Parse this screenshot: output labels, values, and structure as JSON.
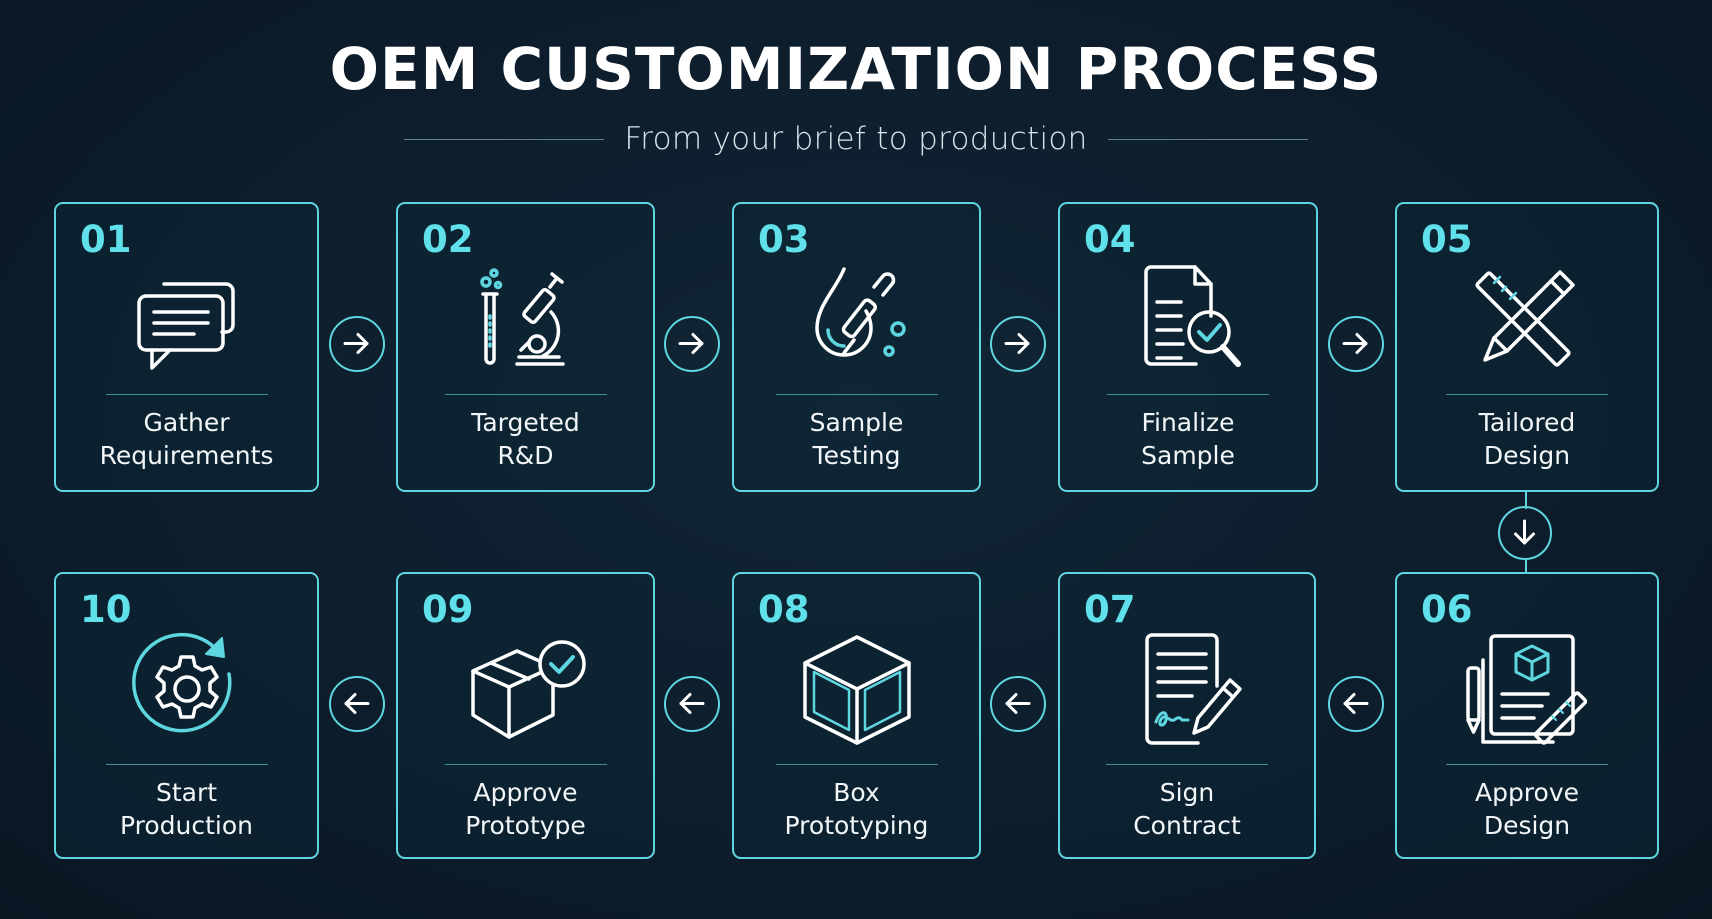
{
  "header": {
    "title": "OEM CUSTOMIZATION PROCESS",
    "subtitle": "From your brief to production"
  },
  "steps": [
    {
      "number": "01",
      "line1": "Gather",
      "line2": "Requirements",
      "icon": "chat-bubbles-icon"
    },
    {
      "number": "02",
      "line1": "Targeted",
      "line2": "R&D",
      "icon": "test-tube-microscope-icon"
    },
    {
      "number": "03",
      "line1": "Sample",
      "line2": "Testing",
      "icon": "droplet-pipette-icon"
    },
    {
      "number": "04",
      "line1": "Finalize",
      "line2": "Sample",
      "icon": "document-magnifier-check-icon"
    },
    {
      "number": "05",
      "line1": "Tailored",
      "line2": "Design",
      "icon": "ruler-pencil-icon"
    },
    {
      "number": "06",
      "line1": "Approve",
      "line2": "Design",
      "icon": "design-sheet-pencil-icon"
    },
    {
      "number": "07",
      "line1": "Sign",
      "line2": "Contract",
      "icon": "contract-signature-icon"
    },
    {
      "number": "08",
      "line1": "Box",
      "line2": "Prototyping",
      "icon": "box-icon"
    },
    {
      "number": "09",
      "line1": "Approve",
      "line2": "Prototype",
      "icon": "box-checkmark-icon"
    },
    {
      "number": "10",
      "line1": "Start",
      "line2": "Production",
      "icon": "gear-cycle-icon"
    }
  ],
  "colors": {
    "background": "#0d1e2d",
    "accent": "#5ed6e0",
    "number": "#5fe0ea",
    "text": "#f2f6f8"
  }
}
